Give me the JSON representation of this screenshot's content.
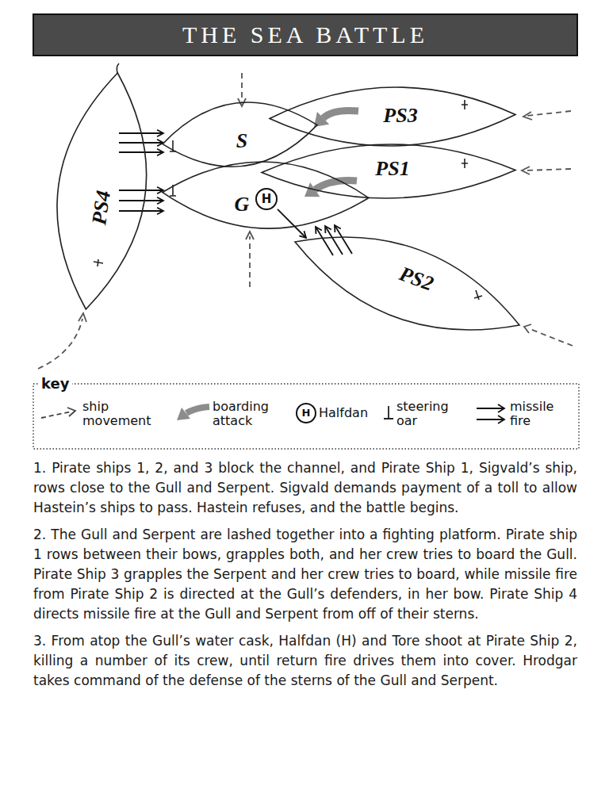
{
  "diagram": {
    "title": "THE SEA BATTLE",
    "nodes": [
      {
        "text": [
          "PS4"
        ]
      },
      {
        "text": [
          "S"
        ]
      },
      {
        "text": [
          "PS3"
        ]
      },
      {
        "text": [
          "PS1"
        ]
      },
      {
        "text": [
          "G"
        ]
      },
      {
        "text": [
          "H"
        ],
        "in": 4
      },
      {
        "text": [
          "PS2"
        ]
      }
    ],
    "edges": [
      {
        "from": 0,
        "to": 1,
        "arrow": "to"
      },
      {
        "from": 0,
        "to": 1,
        "arrow": "to"
      },
      {
        "from": 0,
        "to": 1,
        "arrow": "to"
      },
      {
        "from": 0,
        "to": 4,
        "arrow": "to"
      },
      {
        "from": 0,
        "to": 4,
        "arrow": "to"
      },
      {
        "from": 0,
        "to": 4,
        "arrow": "to"
      },
      {
        "from": 6,
        "to": 4,
        "arrow": "to"
      },
      {
        "from": 6,
        "to": 4,
        "arrow": "to"
      },
      {
        "from": 6,
        "to": 4,
        "arrow": "to"
      },
      {
        "from": 5,
        "to": 6,
        "arrow": "to"
      },
      {
        "from": 2,
        "to": 1,
        "arrow": "to"
      },
      {
        "from": 3,
        "to": 4,
        "arrow": "to"
      }
    ],
    "labels": [
      "key",
      "H",
      "1. Pirate ships 1, 2, and 3 block the channel, and Pirate Ship 1, Sigvald’s ship, rows close to the Gull and Serpent. Sigvald demands payment of a toll to allow Hastein’s ships to pass. Hastein refuses, and the battle begins.",
      "2. The Gull and Serpent are lashed together into a fighting platform. Pirate ship 1 rows between their bows, grapples both, and her crew tries to board the Gull. Pirate Ship 3 grapples the Serpent and her crew tries to board, while missile fire from Pirate Ship 2 is directed at the Gull’s defenders, in her bow. Pirate Ship 4 directs missile fire at the Gull and Serpent from off of their sterns.",
      "3. From atop the Gull’s water cask, Halfdan (H) and Tore shoot at Pirate Ship 2, killing a number of its crew, until return fire drives them into cover. Hrodgar takes command of the defense of the sterns of the Gull and Serpent."
    ],
    "legend": [
      {
        "text": "ship movement"
      },
      {
        "text": "boarding attack"
      },
      {
        "text": "Halfdan"
      },
      {
        "text": "steering oar"
      },
      {
        "text": "missile fire"
      }
    ]
  }
}
